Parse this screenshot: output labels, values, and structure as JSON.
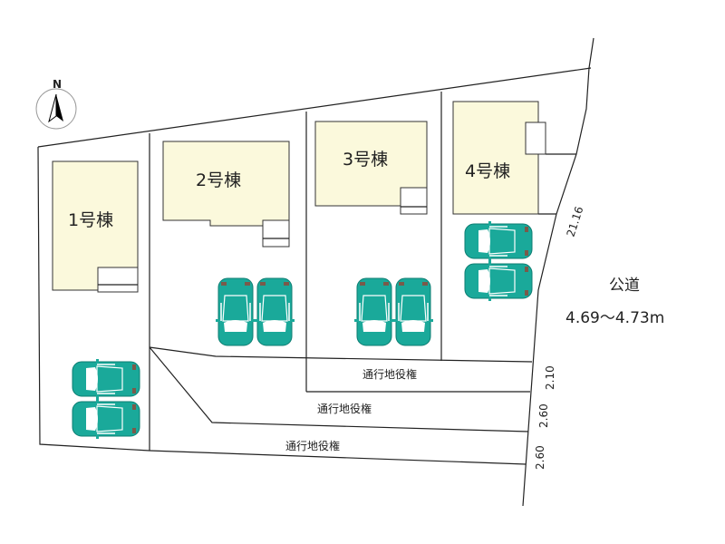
{
  "compass": {
    "label": "N"
  },
  "buildings": [
    {
      "label": "1号棟"
    },
    {
      "label": "2号棟"
    },
    {
      "label": "3号棟"
    },
    {
      "label": "4号棟"
    }
  ],
  "easements": [
    "通行地役権",
    "通行地役権",
    "通行地役権"
  ],
  "road": {
    "label": "公道",
    "width": "4.69～4.73m"
  },
  "dimensions": [
    "21.16",
    "2.10",
    "2.60",
    "2.60"
  ],
  "colors": {
    "car": "#1aa99a",
    "building": "#fbf9dc"
  }
}
